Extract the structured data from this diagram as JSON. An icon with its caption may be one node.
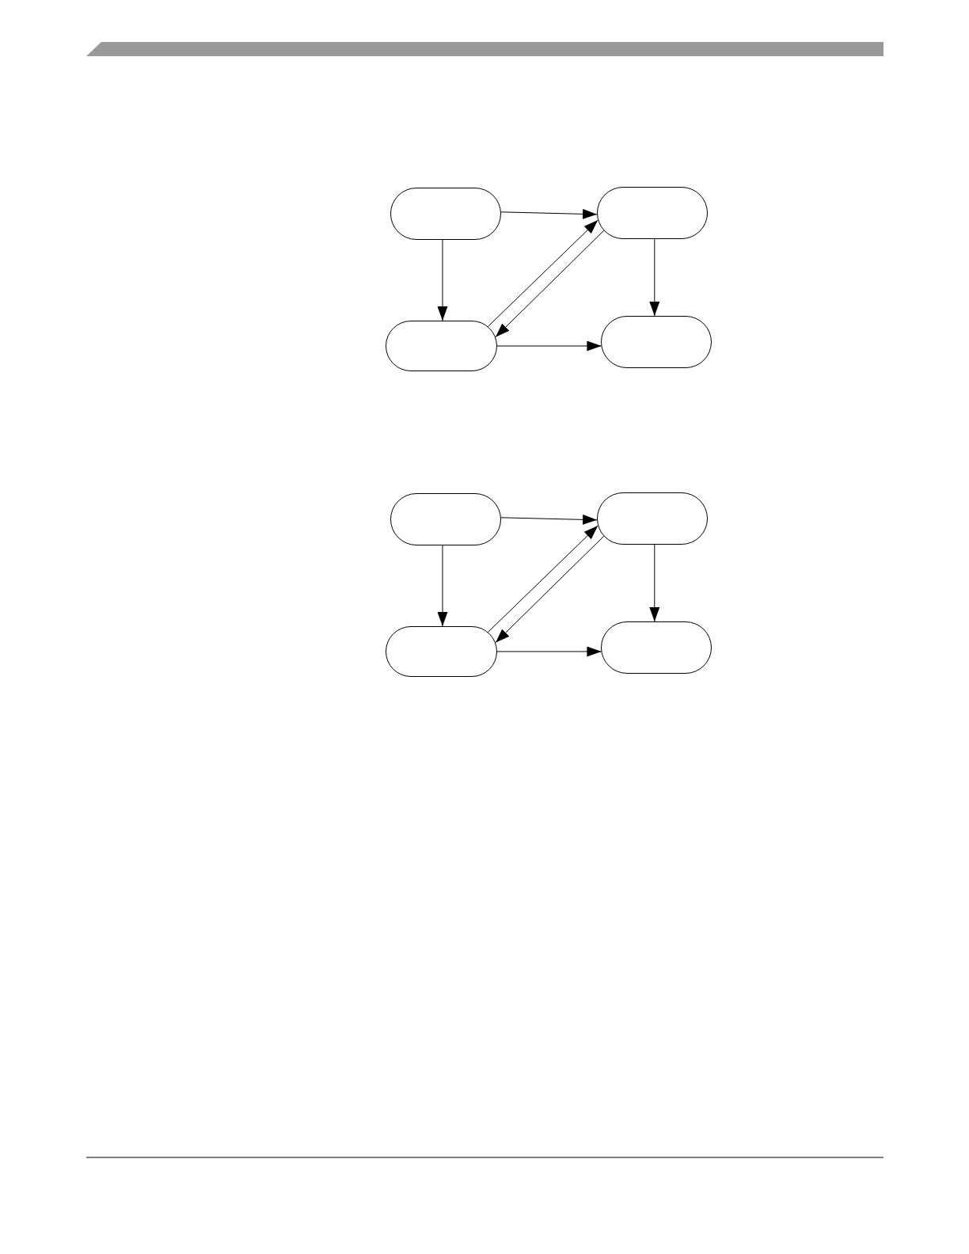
{
  "diagram": {
    "nodes": [
      {
        "text": [],
        "shape": "pill"
      },
      {
        "text": [],
        "shape": "pill"
      },
      {
        "text": [],
        "shape": "pill"
      },
      {
        "text": [],
        "shape": "pill"
      },
      {
        "text": [],
        "shape": "pill"
      },
      {
        "text": [],
        "shape": "pill"
      },
      {
        "text": [],
        "shape": "pill"
      },
      {
        "text": [],
        "shape": "pill"
      }
    ],
    "edges": [
      {
        "from": 0,
        "to": 1,
        "arrow": "to"
      },
      {
        "from": 0,
        "to": 2,
        "arrow": "to"
      },
      {
        "from": 2,
        "to": 1,
        "arrow": "to"
      },
      {
        "from": 1,
        "to": 2,
        "arrow": "to"
      },
      {
        "from": 1,
        "to": 3,
        "arrow": "to"
      },
      {
        "from": 2,
        "to": 3,
        "arrow": "to"
      },
      {
        "from": 4,
        "to": 5,
        "arrow": "to"
      },
      {
        "from": 4,
        "to": 6,
        "arrow": "to"
      },
      {
        "from": 6,
        "to": 5,
        "arrow": "to"
      },
      {
        "from": 5,
        "to": 6,
        "arrow": "to"
      },
      {
        "from": 5,
        "to": 7,
        "arrow": "to"
      },
      {
        "from": 6,
        "to": 7,
        "arrow": "to"
      }
    ]
  }
}
